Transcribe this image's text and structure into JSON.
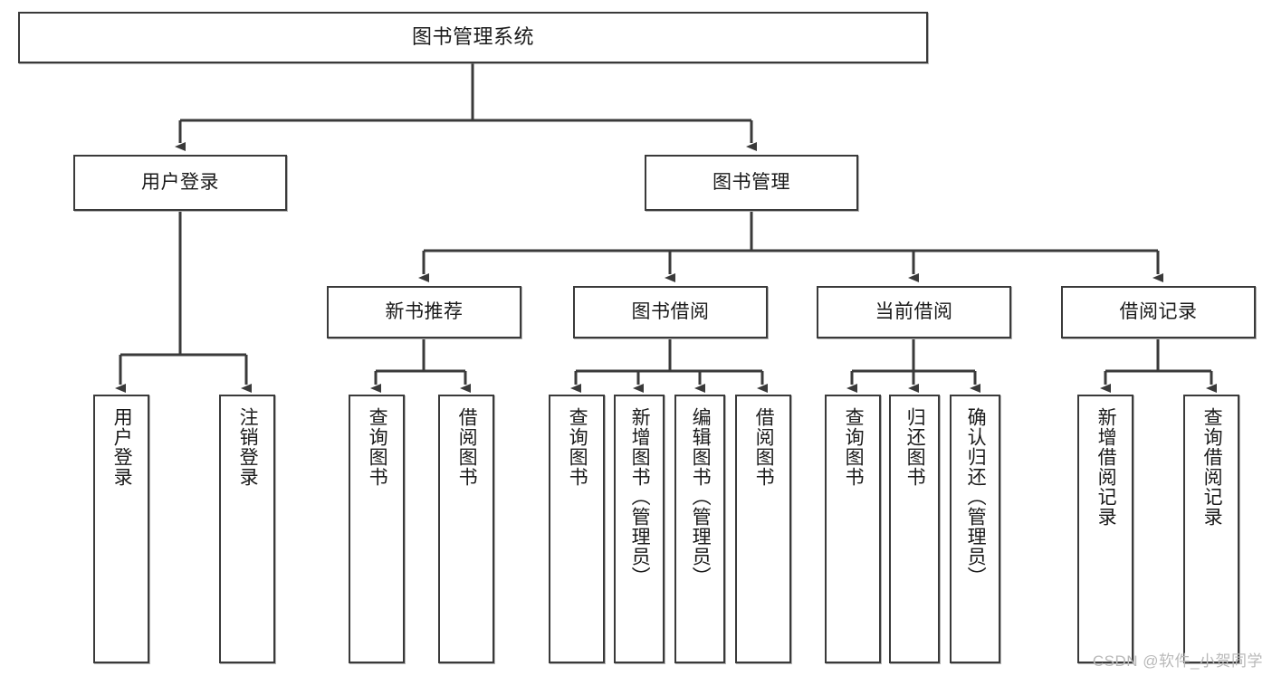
{
  "diagram": {
    "title": "图书管理系统",
    "root": {
      "label": "图书管理系统"
    },
    "level2": [
      {
        "label": "用户登录"
      },
      {
        "label": "图书管理"
      }
    ],
    "level3": [
      {
        "label": "新书推荐"
      },
      {
        "label": "图书借阅"
      },
      {
        "label": "当前借阅"
      },
      {
        "label": "借阅记录"
      }
    ],
    "leaves": {
      "user_login": [
        {
          "label": "用户登录"
        },
        {
          "label": "注销登录"
        }
      ],
      "new_book_recommend": [
        {
          "label": "查询图书"
        },
        {
          "label": "借阅图书"
        }
      ],
      "book_borrow": [
        {
          "label": "查询图书"
        },
        {
          "label": "新增图书（管理员）"
        },
        {
          "label": "编辑图书（管理员）"
        },
        {
          "label": "借阅图书"
        }
      ],
      "current_borrow": [
        {
          "label": "查询图书"
        },
        {
          "label": "归还图书"
        },
        {
          "label": "确认归还（管理员）"
        }
      ],
      "borrow_record": [
        {
          "label": "新增借阅记录"
        },
        {
          "label": "查询借阅记录"
        }
      ]
    }
  },
  "watermark": {
    "text": "CSDN @软件_小贺同学"
  },
  "colors": {
    "stroke": "#3a3a3a",
    "fill": "#ffffff",
    "text": "#1a1a1a",
    "watermark": "#b9b9b9"
  }
}
